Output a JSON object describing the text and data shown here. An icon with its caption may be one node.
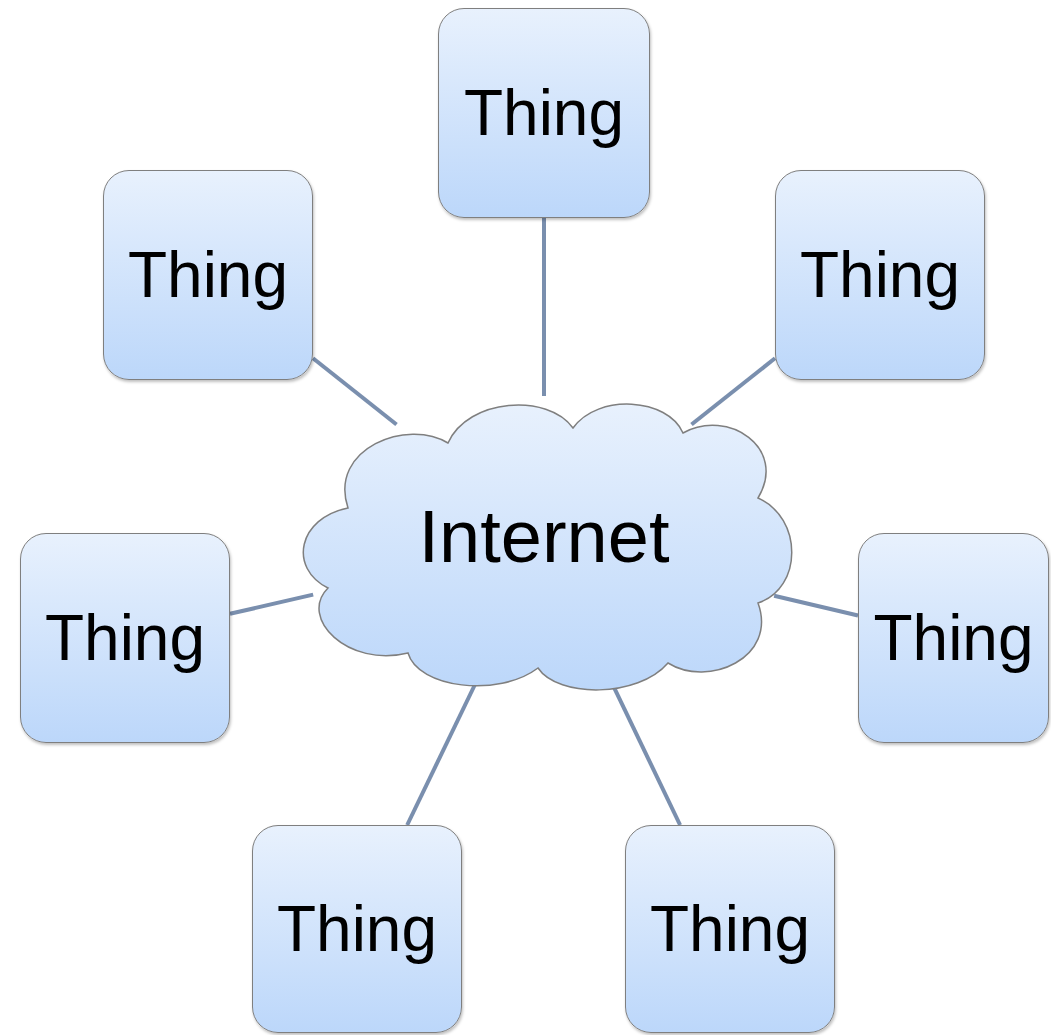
{
  "diagram": {
    "nodes": [
      {
        "text": [
          "Thing"
        ]
      },
      {
        "text": [
          "Thing"
        ]
      },
      {
        "text": [
          "Thing"
        ]
      },
      {
        "text": [
          "Internet"
        ]
      },
      {
        "text": [
          "Thing"
        ]
      },
      {
        "text": [
          "Thing"
        ]
      },
      {
        "text": [
          "Thing"
        ]
      },
      {
        "text": [
          "Thing"
        ]
      }
    ],
    "edges": [
      {
        "from": 3,
        "to": 0,
        "arrow": "none"
      },
      {
        "from": 3,
        "to": 1,
        "arrow": "none"
      },
      {
        "from": 3,
        "to": 2,
        "arrow": "none"
      },
      {
        "from": 3,
        "to": 4,
        "arrow": "none"
      },
      {
        "from": 3,
        "to": 5,
        "arrow": "none"
      },
      {
        "from": 3,
        "to": 6,
        "arrow": "none"
      },
      {
        "from": 3,
        "to": 7,
        "arrow": "none"
      }
    ]
  }
}
